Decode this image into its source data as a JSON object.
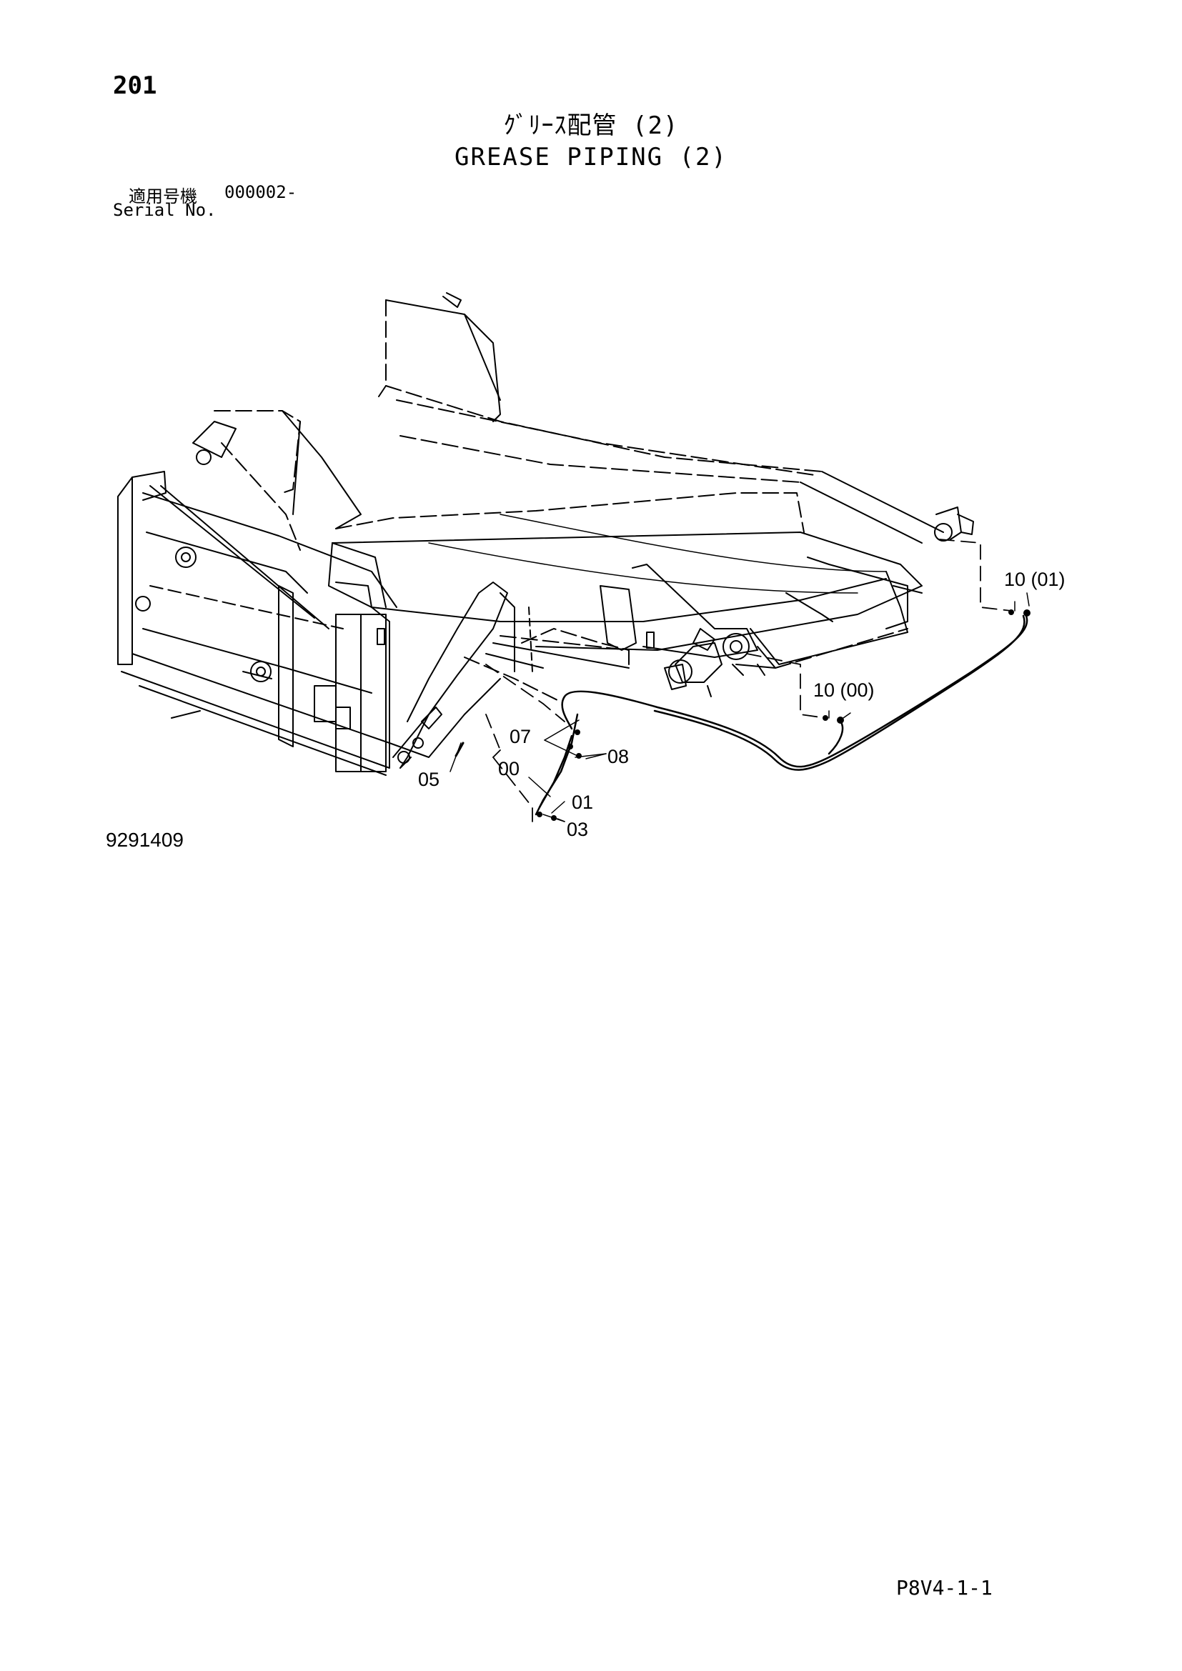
{
  "page": {
    "number": "201",
    "title_jp": "ｸﾞﾘｰｽ配管 (2)",
    "title_en": "GREASE PIPING (2)",
    "serial_label_jp": "適用号機",
    "serial_value": "000002-",
    "serial_label_en": "Serial No.",
    "drawing_number": "9291409",
    "page_code": "P8V4-1-1"
  },
  "callouts": {
    "c10_01": "10 (01)",
    "c10_00": "10 (00)",
    "c07": "07",
    "c08": "08",
    "c00": "00",
    "c01": "01",
    "c03": "03",
    "c05": "05"
  }
}
